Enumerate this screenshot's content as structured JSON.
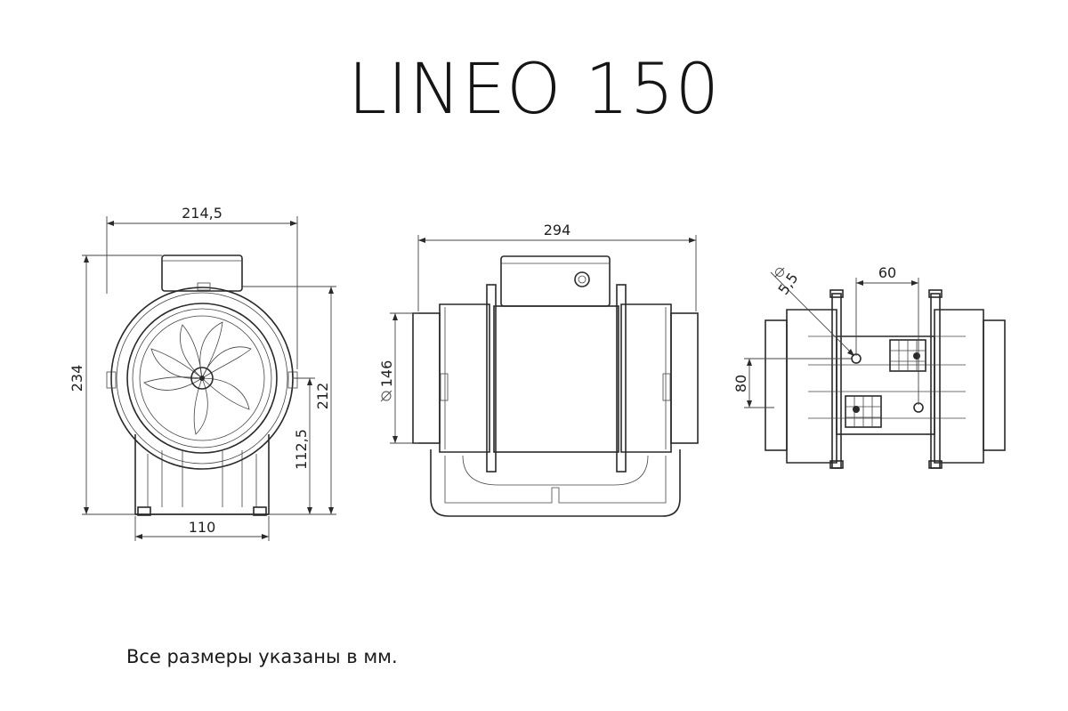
{
  "title": "LINEO 150",
  "note": "Все размеры указаны в мм.",
  "front_view": {
    "width": "214,5",
    "height_total": "234",
    "height_body": "212",
    "axis_height": "112,5",
    "base_width": "110"
  },
  "side_view": {
    "length": "294",
    "duct_diameter": "146"
  },
  "bottom_view": {
    "hole_diameter": "5,5",
    "hole_spacing_x": "60",
    "hole_spacing_y": "80"
  }
}
